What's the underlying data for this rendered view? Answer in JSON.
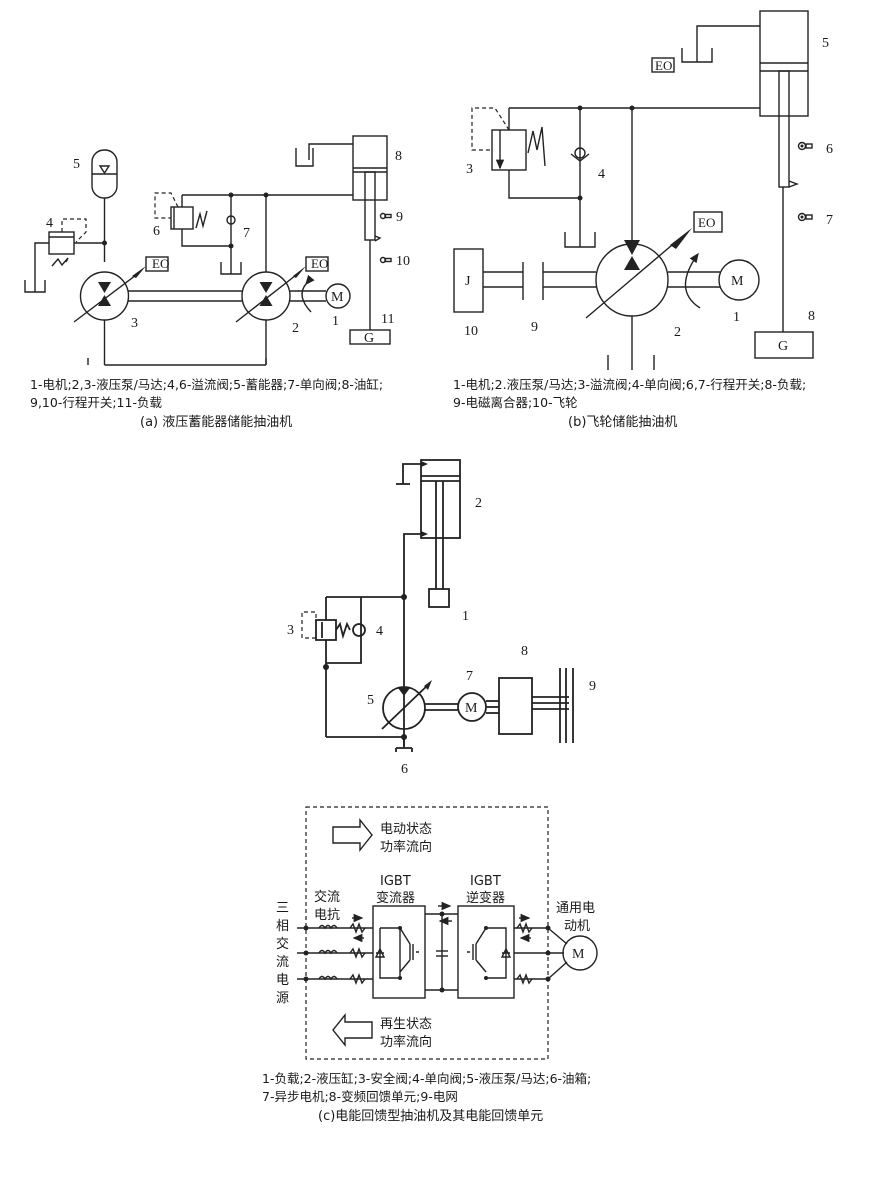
{
  "figure_a": {
    "labels": {
      "n1": "1",
      "n2": "2",
      "n3": "3",
      "n4": "4",
      "n5": "5",
      "n6": "6",
      "n7": "7",
      "n8": "8",
      "n9": "9",
      "n10": "10",
      "n11": "11"
    },
    "eo_label": "EO",
    "motor_label": "M",
    "load_label": "G",
    "legend_line1": "1-电机;2,3-液压泵/马达;4,6-溢流阀;5-蓄能器;7-单向阀;8-油缸;",
    "legend_line2": "9,10-行程开关;11-负载",
    "caption": "(a) 液压蓄能器储能抽油机"
  },
  "figure_b": {
    "labels": {
      "n1": "1",
      "n2": "2",
      "n3": "3",
      "n4": "4",
      "n5": "5",
      "n6": "6",
      "n7": "7",
      "n8": "8",
      "n9": "9",
      "n10": "10"
    },
    "eo_label": "EO",
    "motor_label": "M",
    "load_label": "G",
    "flywheel_label": "J",
    "legend_line1": "1-电机;2.液压泵/马达;3-溢流阀;4-单向阀;6,7-行程开关;8-负载;",
    "legend_line2": "9-电磁离合器;10-飞轮",
    "caption": "(b)飞轮储能抽油机"
  },
  "figure_c": {
    "labels": {
      "n1": "1",
      "n2": "2",
      "n3": "3",
      "n4": "4",
      "n5": "5",
      "n6": "6",
      "n7": "7",
      "n8": "8",
      "n9": "9"
    },
    "motor_label": "M",
    "feedback_unit": {
      "motoring_flow": [
        "电动状态",
        "功率流向"
      ],
      "regen_flow": [
        "再生状态",
        "功率流向"
      ],
      "converter": [
        "IGBT",
        "变流器"
      ],
      "inverter": [
        "IGBT",
        "逆变器"
      ],
      "reactor": [
        "交流",
        "电抗"
      ],
      "source": [
        "三",
        "相",
        "交",
        "流",
        "电",
        "源"
      ],
      "motor": [
        "通用电",
        "动机"
      ],
      "motor_symbol": "M"
    },
    "legend_line1": "1-负载;2-液压缸;3-安全阀;4-单向阀;5-液压泵/马达;6-油箱;",
    "legend_line2": "7-异步电机;8-变频回馈单元;9-电网",
    "caption": "(c)电能回馈型抽油机及其电能回馈单元"
  }
}
